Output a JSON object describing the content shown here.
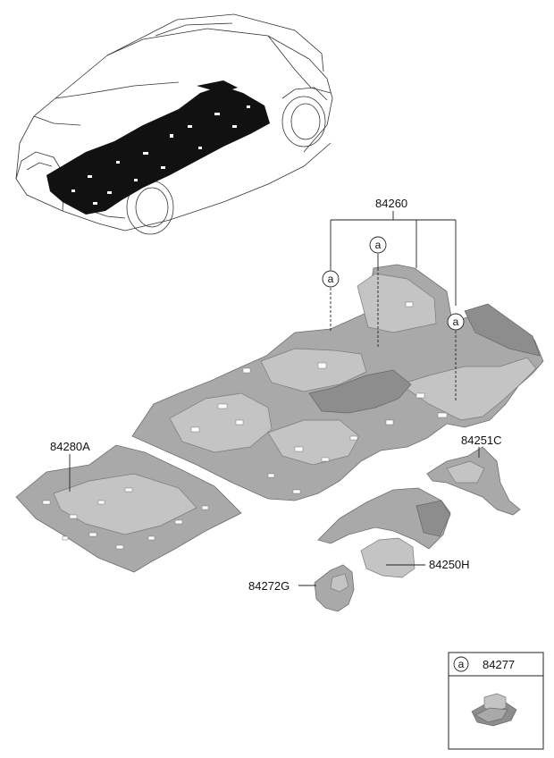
{
  "parts": {
    "main_carpet": "84260",
    "rear_carpet": "84280A",
    "left_cover": "84251C",
    "center_cover": "84250H",
    "small_cover": "84272G",
    "clip": "84277"
  },
  "callout_letter": "a"
}
